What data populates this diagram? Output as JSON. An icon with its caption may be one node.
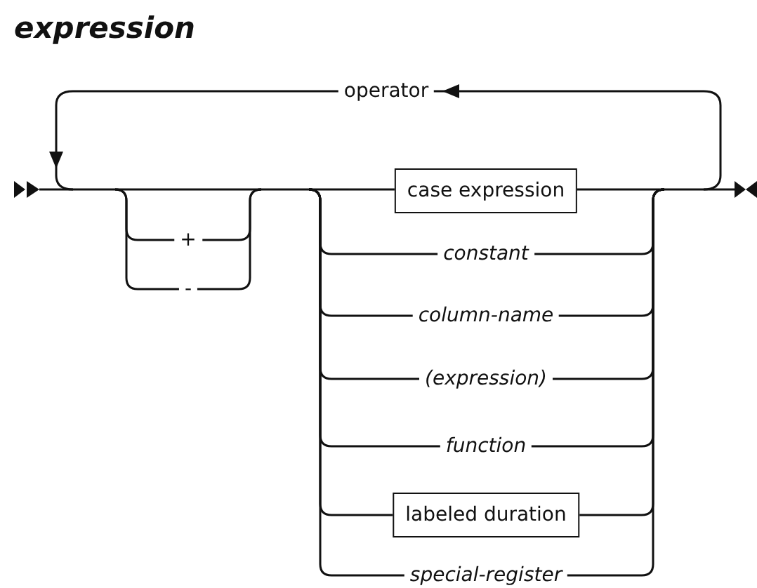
{
  "diagram": {
    "title": "expression",
    "nodes": [
      {
        "text": [
          "case expression"
        ]
      },
      {
        "text": [
          "labeled duration"
        ]
      }
    ],
    "labels": [
      "operator",
      "+",
      "-",
      "constant",
      "column-name",
      "(expression)",
      "function",
      "special-register"
    ]
  }
}
